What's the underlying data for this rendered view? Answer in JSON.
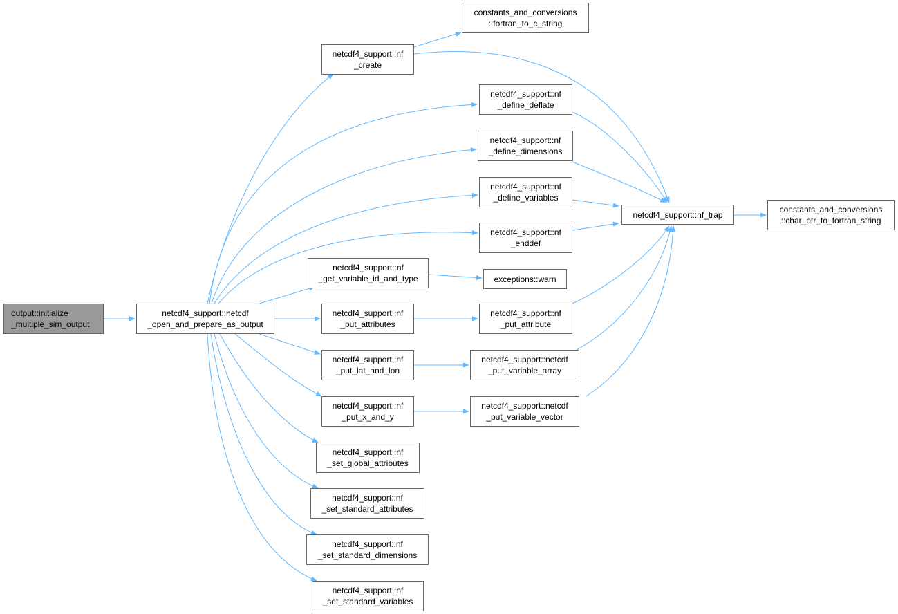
{
  "edge_color": "#63b8ff",
  "root_fill": "#999999",
  "nodes": {
    "root": [
      "output::initialize",
      "_multiple_sim_output"
    ],
    "open": [
      "netcdf4_support::netcdf",
      "_open_and_prepare_as_output"
    ],
    "nf_create": [
      "netcdf4_support::nf",
      "_create"
    ],
    "fortran_to_c": [
      "constants_and_conversions",
      "::fortran_to_c_string"
    ],
    "define_deflate": [
      "netcdf4_support::nf",
      "_define_deflate"
    ],
    "define_dimensions": [
      "netcdf4_support::nf",
      "_define_dimensions"
    ],
    "define_variables": [
      "netcdf4_support::nf",
      "_define_variables"
    ],
    "enddef": [
      "netcdf4_support::nf",
      "_enddef"
    ],
    "nf_trap": [
      "netcdf4_support::nf_trap"
    ],
    "char_ptr": [
      "constants_and_conversions",
      "::char_ptr_to_fortran_string"
    ],
    "get_var_id": [
      "netcdf4_support::nf",
      "_get_variable_id_and_type"
    ],
    "warn": [
      "exceptions::warn"
    ],
    "put_attributes": [
      "netcdf4_support::nf",
      "_put_attributes"
    ],
    "put_attribute": [
      "netcdf4_support::nf",
      "_put_attribute"
    ],
    "put_lat_lon": [
      "netcdf4_support::nf",
      "_put_lat_and_lon"
    ],
    "put_var_array": [
      "netcdf4_support::netcdf",
      "_put_variable_array"
    ],
    "put_x_y": [
      "netcdf4_support::nf",
      "_put_x_and_y"
    ],
    "put_var_vector": [
      "netcdf4_support::netcdf",
      "_put_variable_vector"
    ],
    "set_global": [
      "netcdf4_support::nf",
      "_set_global_attributes"
    ],
    "set_std_attr": [
      "netcdf4_support::nf",
      "_set_standard_attributes"
    ],
    "set_std_dim": [
      "netcdf4_support::nf",
      "_set_standard_dimensions"
    ],
    "set_std_var": [
      "netcdf4_support::nf",
      "_set_standard_variables"
    ]
  }
}
